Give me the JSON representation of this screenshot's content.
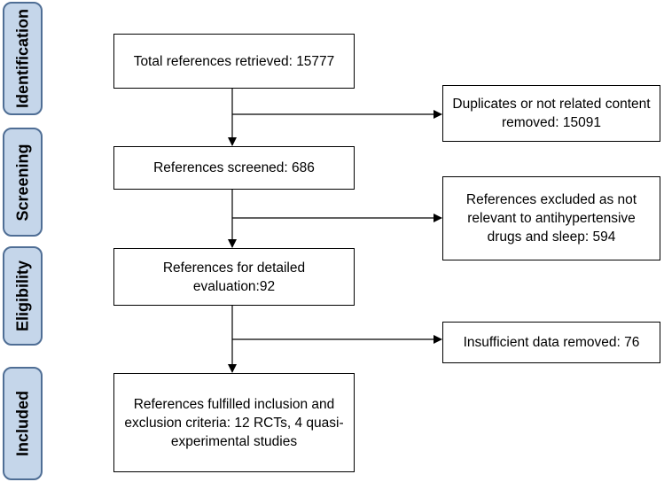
{
  "stages": [
    {
      "id": "identification",
      "label": "Identification"
    },
    {
      "id": "screening",
      "label": "Screening"
    },
    {
      "id": "eligibility",
      "label": "Eligibility"
    },
    {
      "id": "included",
      "label": "Included"
    }
  ],
  "boxes": {
    "total": "Total references retrieved: 15777",
    "duplicates": "Duplicates or not related content removed: 15091",
    "screened": "References screened: 686",
    "excluded": "References excluded as not relevant to antihypertensive drugs and sleep: 594",
    "detailed": "References for detailed evaluation:92",
    "insufficient": "Insufficient data removed: 76",
    "included": "References fulfilled inclusion and exclusion criteria: 12 RCTs, 4 quasi-experimental studies"
  }
}
